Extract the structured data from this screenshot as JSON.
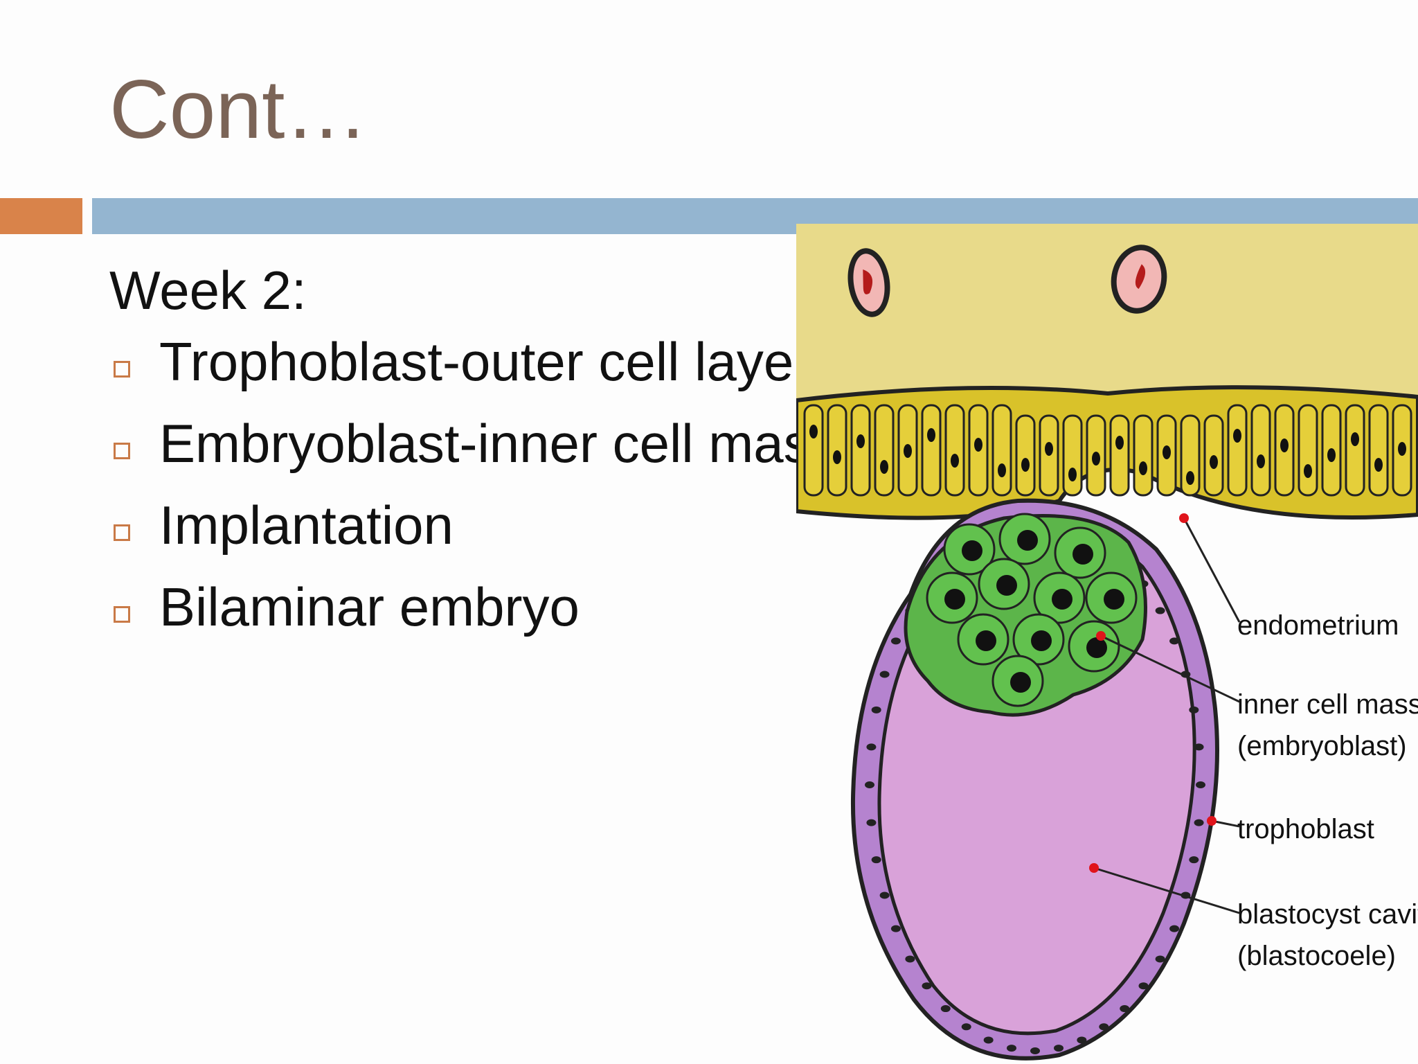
{
  "slide": {
    "title": "Cont…",
    "heading": "Week 2:",
    "bullets": [
      "Trophoblast-outer cell layer",
      "Embryoblast-inner cell mass",
      "Implantation",
      "Bilaminar embryo"
    ]
  },
  "figure": {
    "labels": {
      "endometrium": "endometrium",
      "inner_cell_mass": "inner cell mass",
      "embryoblast": "(embryoblast)",
      "trophoblast": "trophoblast",
      "blastocyst_cavity": "blastocyst cavity",
      "blastocoele": "(blastocoele)"
    }
  },
  "colors": {
    "title": "#7b6457",
    "accent_orange": "#d9834a",
    "accent_blue": "#94b5d0",
    "endometrium_stroma": "#e8da8a",
    "epithelium": "#d9c22a",
    "trophoblast": "#b583cf",
    "inner_cell_mass": "#5cb54a",
    "cavity": "#d9a2d9"
  }
}
